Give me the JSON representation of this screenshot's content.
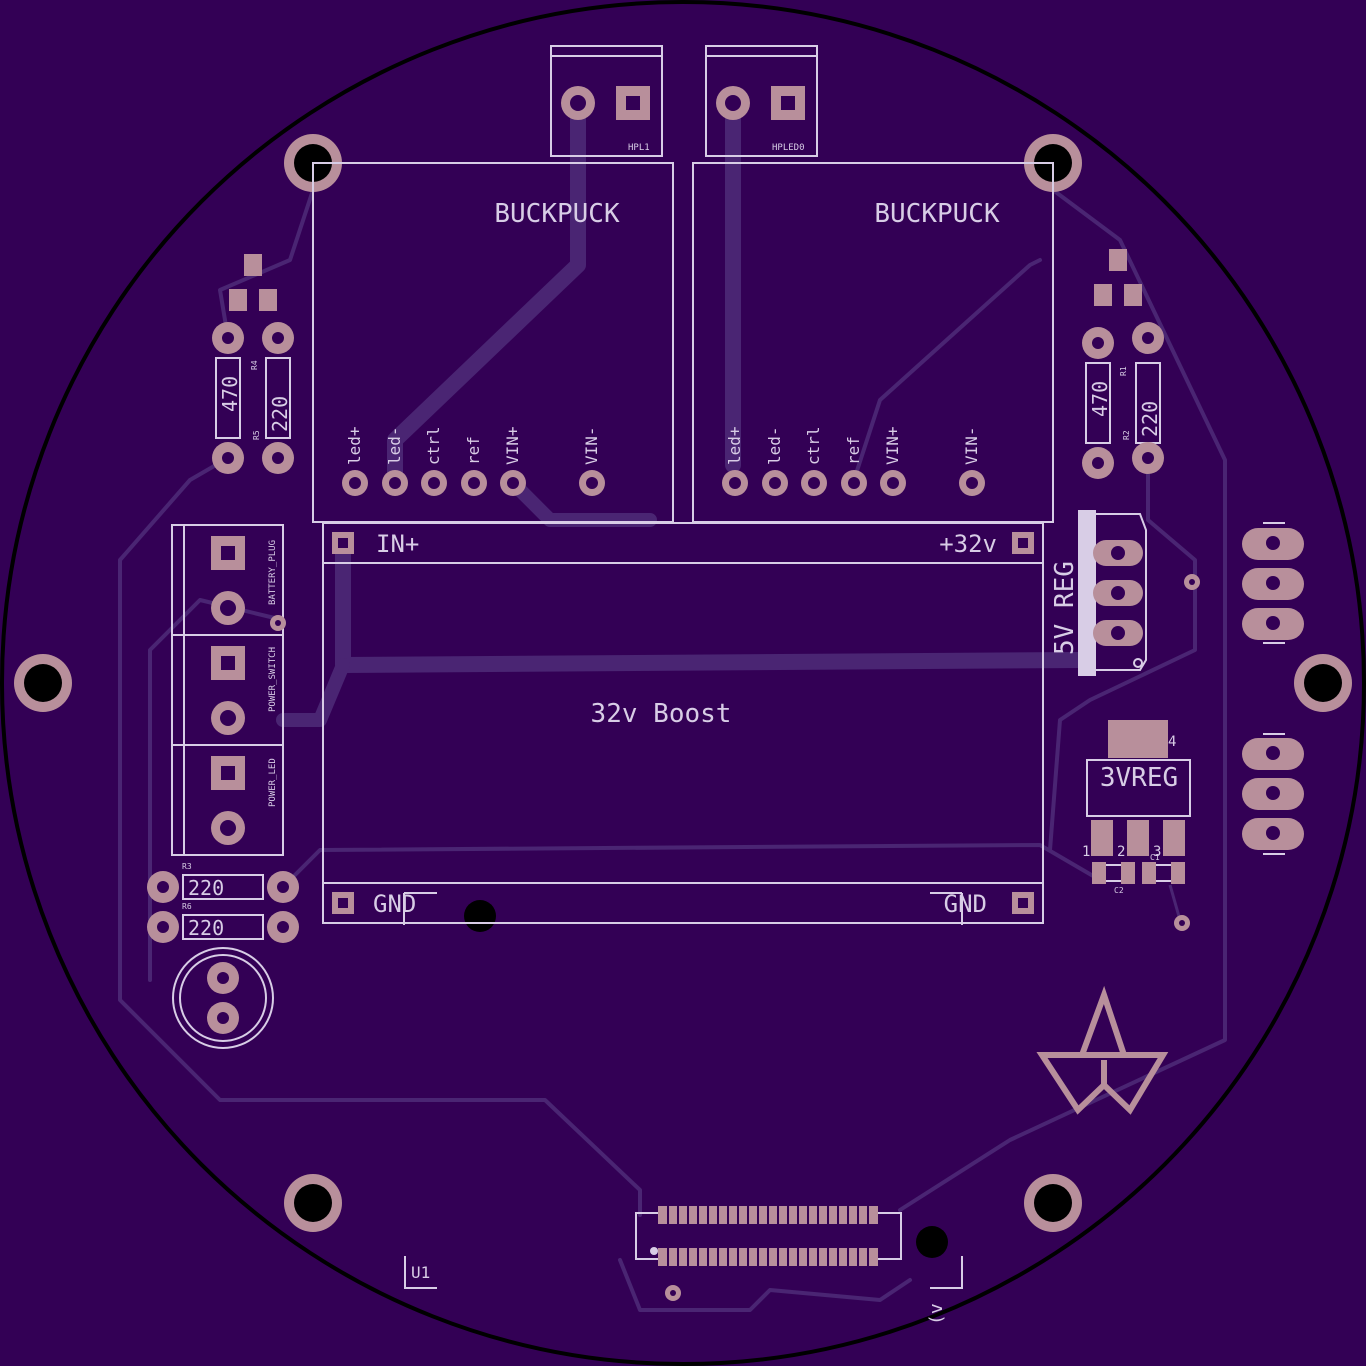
{
  "labels": {
    "buckpuck_left": "BUCKPUCK",
    "buckpuck_right": "BUCKPUCK",
    "hpl1": "HPL1",
    "hpled0": "HPLED0",
    "boost_title": "32v Boost",
    "in_plus": "IN+",
    "plus_32v": "+32v",
    "gnd_left": "GND",
    "gnd_right": "GND",
    "five_v_reg": "5V_REG",
    "three_v_reg": "3VREG",
    "battery_plug": "BATTERY_PLUG",
    "power_switch": "POWER_SWITCH",
    "power_led": "POWER_LED",
    "u1": "U1",
    "r1": "R1",
    "r2": "R2",
    "r3": "R3",
    "r4": "R4",
    "r5": "R5",
    "r6": "R6",
    "c1": "C1",
    "c2": "C2",
    "reg_pin1": "1",
    "reg_pin2": "2",
    "reg_pin3": "3",
    "reg_pin4": "4",
    "val_r5": "470",
    "val_r4": "220",
    "val_r2": "470",
    "val_r1": "220",
    "val_r3": "220",
    "val_r6": "220",
    "bottom_glyph": "(v"
  },
  "buckpuck_pins": [
    "led+",
    "led-",
    "ctrl",
    "ref",
    "VIN+",
    "VIN-"
  ],
  "colors": {
    "board": "#330055",
    "silkscreen": "#d8cde6",
    "copper_pad": "#b88f9b",
    "trace": "#4a2573",
    "outline": "#000000"
  }
}
